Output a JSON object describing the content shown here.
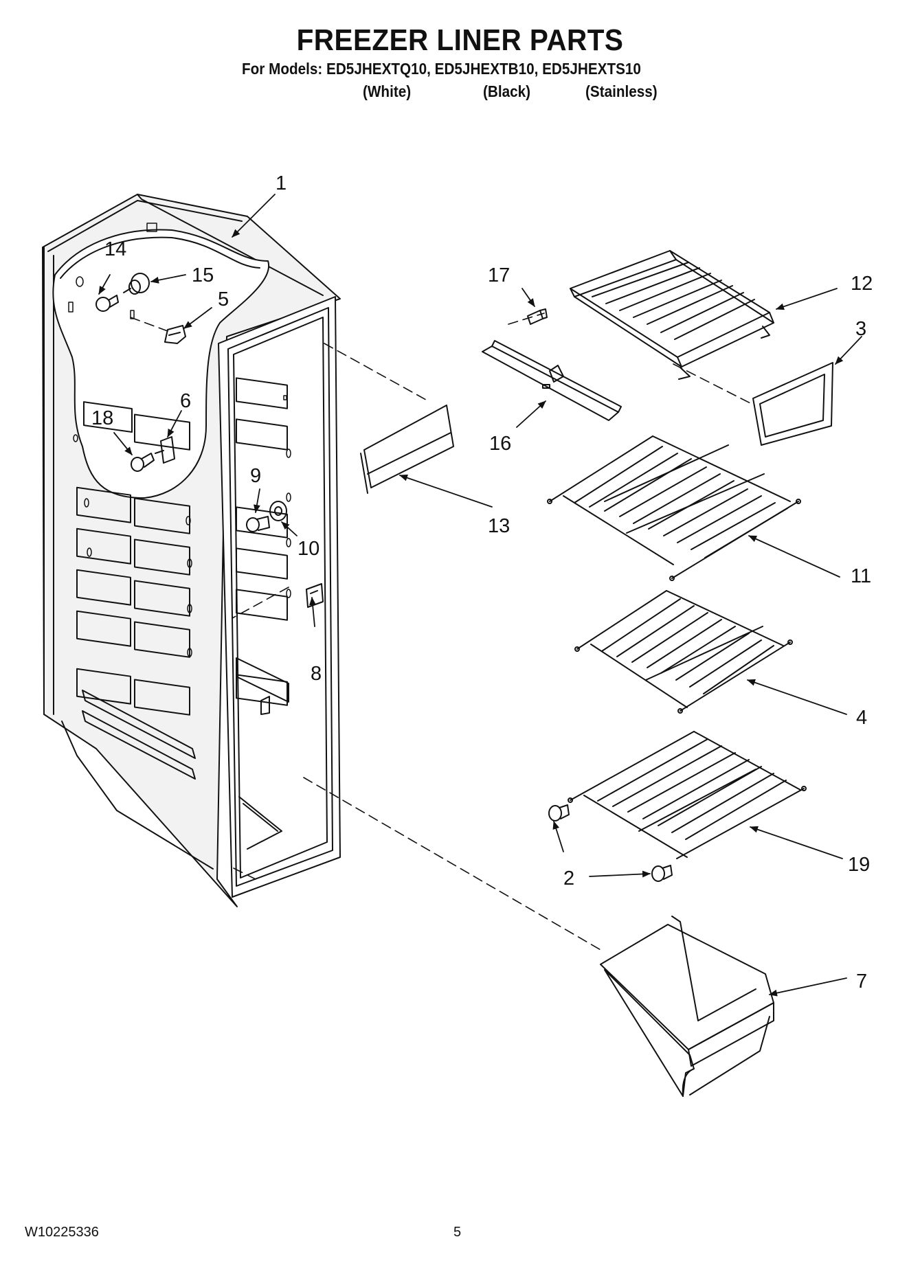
{
  "header": {
    "title": "FREEZER LINER PARTS",
    "models_line": "For Models: ED5JHEXTQ10, ED5JHEXTB10, ED5JHEXTS10",
    "variants": [
      "(White)",
      "(Black)",
      "(Stainless)"
    ]
  },
  "callouts": [
    "1",
    "14",
    "15",
    "5",
    "18",
    "6",
    "9",
    "10",
    "8",
    "13",
    "17",
    "16",
    "12",
    "3",
    "11",
    "4",
    "2",
    "19",
    "7"
  ],
  "footer": {
    "doc_number": "W10225336",
    "page_number": "5"
  },
  "colors": {
    "ink": "#111111",
    "paper": "#ffffff"
  }
}
